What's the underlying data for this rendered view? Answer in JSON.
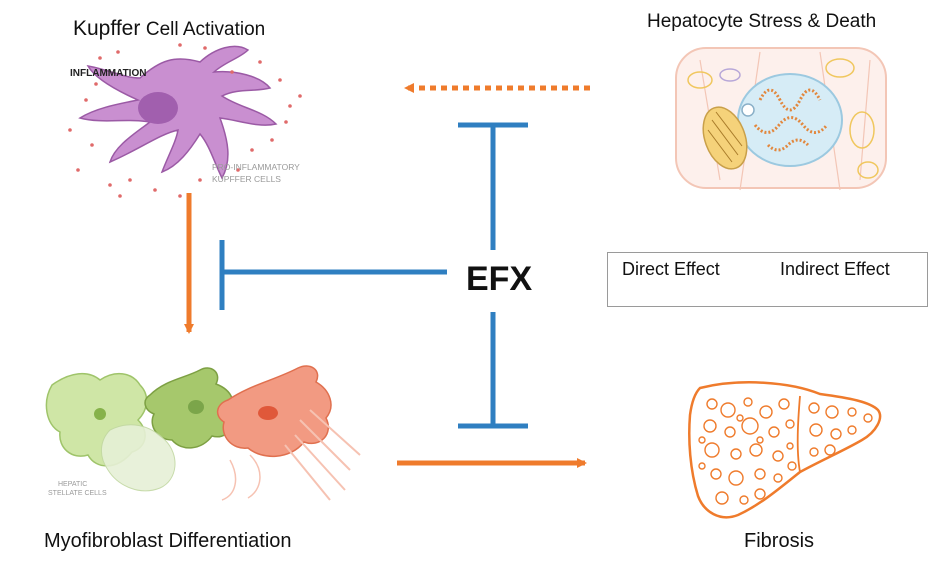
{
  "labels": {
    "kupffer_name": "Kupffer",
    "kupffer_rest": "Cell Activation",
    "hepatocyte": "Hepatocyte Stress & Death",
    "myofibroblast": "Myofibroblast Differentiation",
    "fibrosis": "Fibrosis",
    "center": "EFX"
  },
  "illustration_text": {
    "inflammation": "INFLAMMATION",
    "pro_inflammatory_line1": "PRO-INFLAMMATORY",
    "pro_inflammatory_line2": "KUPFFER CELLS",
    "hepatic_line1": "HEPATIC",
    "hepatic_line2": "STELLATE CELLS"
  },
  "legend": {
    "direct": "Direct Effect",
    "indirect": "Indirect Effect"
  },
  "colors": {
    "effect_arrow": "#ef7b2c",
    "inhibition": "#2f7fc1",
    "kupffer_cell": "#c98fd0",
    "stellate_green": "#b9d98a",
    "stellate_red": "#f29a82",
    "liver_outline": "#ef7b2c"
  }
}
